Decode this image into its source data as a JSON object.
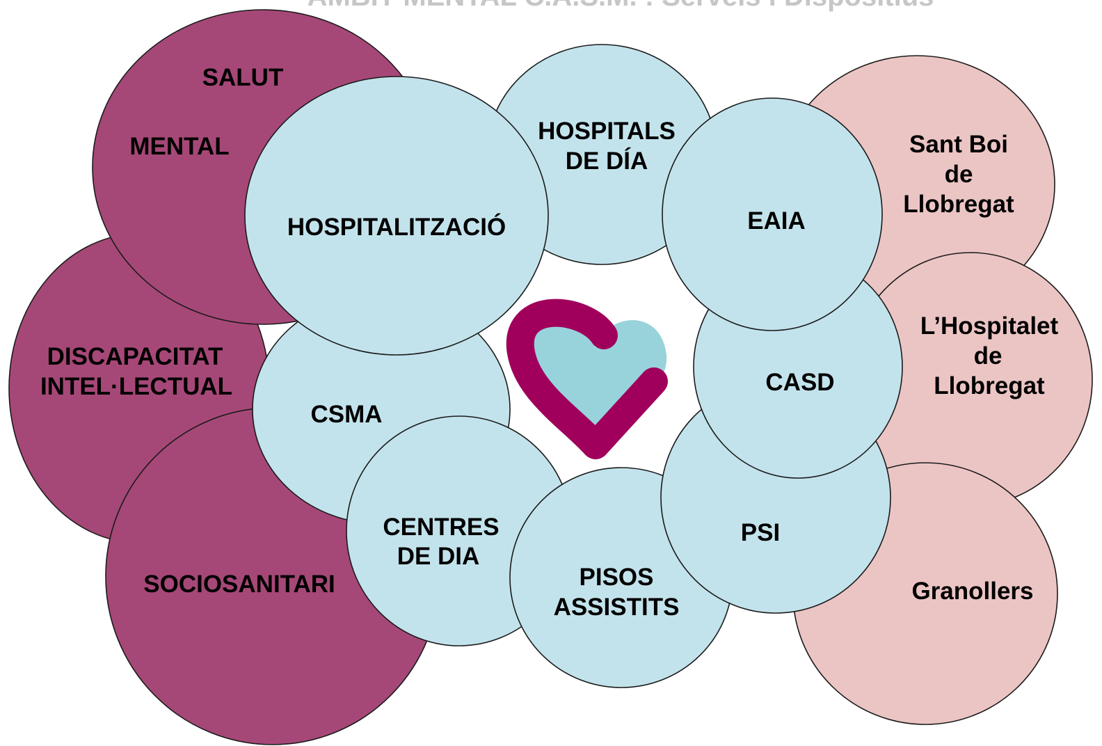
{
  "header": {
    "title": "ÀMBIT MENTAL C.A.S.M. : Serveis i Dispositius"
  },
  "colors": {
    "plum": "#a64877",
    "light_blue": "#c3e3ec",
    "pink": "#ebc5c4",
    "logo_plum": "#a0005c",
    "logo_teal": "#98d3db"
  },
  "areas": {
    "salut": "SALUT",
    "mental": "MENTAL",
    "discapacitat_1": "DISCAPACITAT",
    "discapacitat_2": "INTEL·LECTUAL",
    "sociosanitari": "SOCIOSANITARI"
  },
  "services": {
    "hospitalitzacio": "HOSPITALITZACIÓ",
    "hospitals_1": "HOSPITALS",
    "hospitals_2": "DE DÍA",
    "eaia": "EAIA",
    "csma": "CSMA",
    "casd": "CASD",
    "centres_1": "CENTRES",
    "centres_2": "DE DIA",
    "pisos_1": "PISOS",
    "pisos_2": "ASSISTITS",
    "psi": "PSI"
  },
  "locations": {
    "santboi_1": "Sant Boi",
    "santboi_2": "de",
    "santboi_3": "Llobregat",
    "hospitalet_1": "L’Hospitalet",
    "hospitalet_2": "de",
    "hospitalet_3": "Llobregat",
    "granollers": "Granollers"
  },
  "logo": {
    "icon": "heart-logo-icon"
  }
}
